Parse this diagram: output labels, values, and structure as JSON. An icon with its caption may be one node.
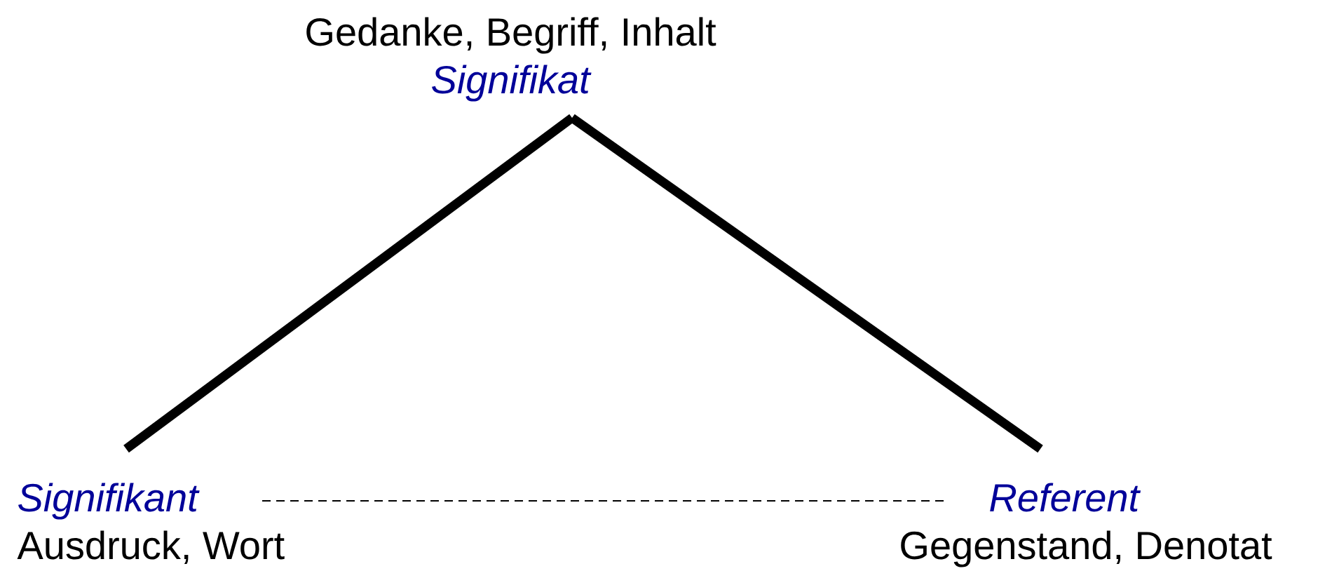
{
  "diagram": {
    "nodes": [
      {
        "text": [
          "Gedanke, Begriff, Inhalt",
          "Signifikat"
        ]
      },
      {
        "text": [
          "Signifikant",
          "Ausdruck, Wort"
        ]
      },
      {
        "text": [
          "Referent",
          "Gegenstand, Denotat"
        ]
      }
    ],
    "edges": [
      {
        "from": 1,
        "to": 0,
        "arrow": "none"
      },
      {
        "from": 0,
        "to": 2,
        "arrow": "none"
      },
      {
        "from": 1,
        "to": 2,
        "arrow": "none",
        "style": "dashed"
      }
    ]
  }
}
